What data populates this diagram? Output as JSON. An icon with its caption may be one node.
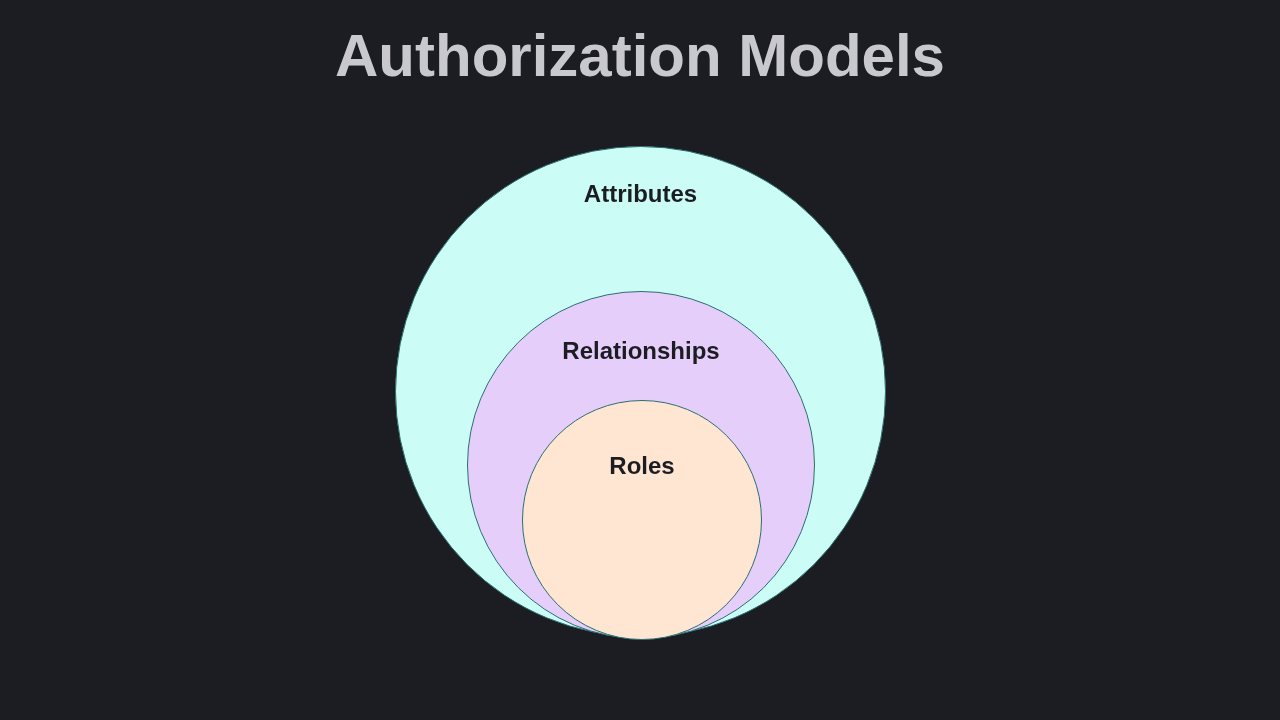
{
  "diagram": {
    "title": "Authorization Models",
    "nodes": [
      {
        "text": [
          "Attributes"
        ]
      },
      {
        "text": [
          "Relationships"
        ],
        "in": 0
      },
      {
        "text": [
          "Roles"
        ],
        "in": 1
      }
    ]
  }
}
